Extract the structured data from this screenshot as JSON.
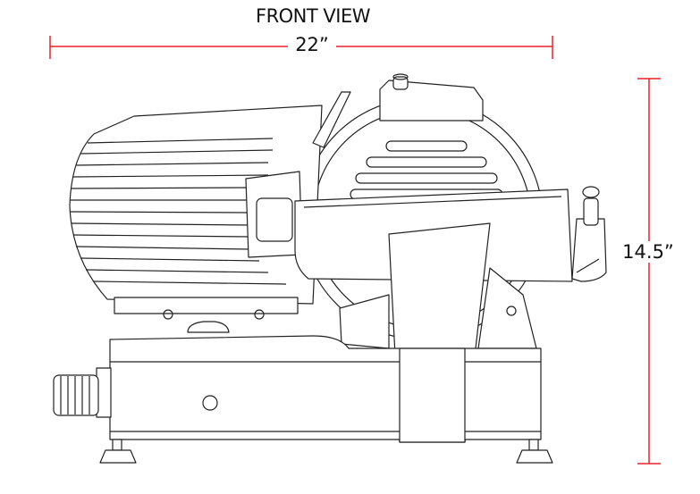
{
  "title": "FRONT VIEW",
  "dimensions": {
    "width_label": "22”",
    "height_label": "14.5”"
  },
  "colors": {
    "dimension_line": "#e8202a",
    "drawing_line": "#222222"
  }
}
